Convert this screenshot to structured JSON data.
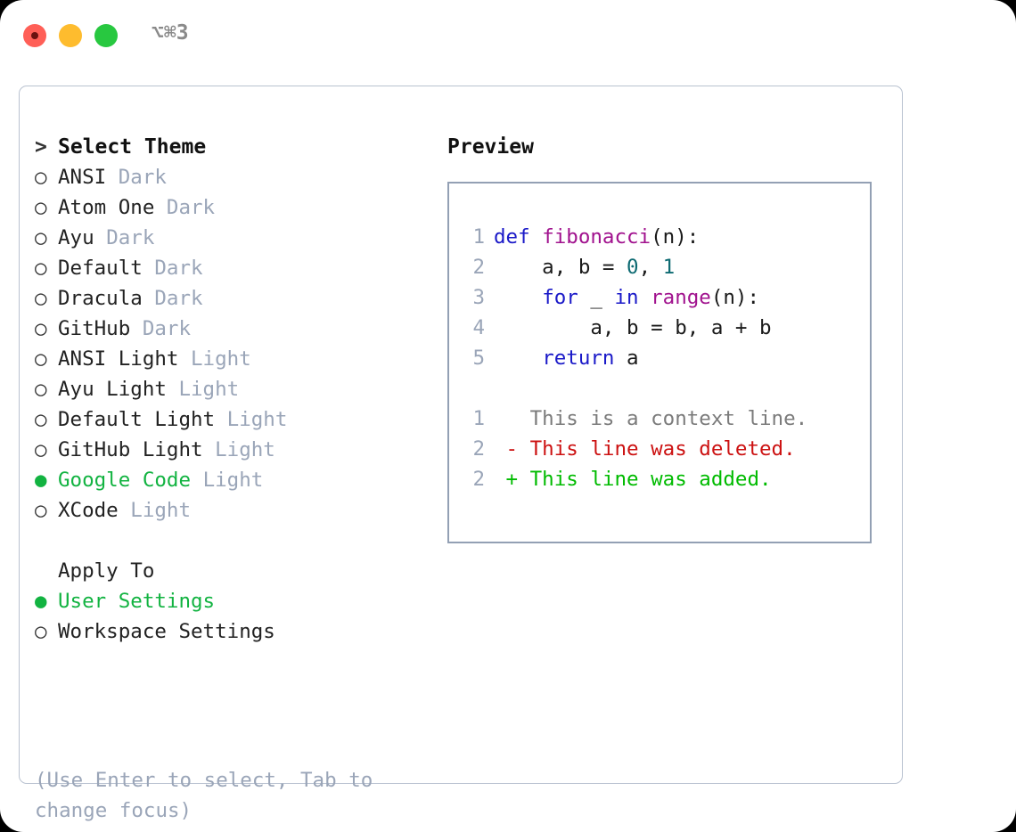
{
  "window": {
    "shortcut_label": "⌥⌘3",
    "traffic_lights": [
      "close-red",
      "minimize-yellow",
      "maximize-green"
    ]
  },
  "colors": {
    "selected_green": "#12b341",
    "muted": "#9aa5b8",
    "border": "#b9c2d0",
    "preview_border": "#93a0b4",
    "keyword_blue": "#1a19c8",
    "function_magenta": "#a1128e",
    "number_teal": "#0d6a72",
    "diff_delete_red": "#cc1111",
    "diff_add_green": "#00bb00",
    "diff_context_gray": "#7b7b7b"
  },
  "theme_picker": {
    "header_marker": ">",
    "header_label": "Select Theme",
    "selected_marker": "●",
    "unselected_marker": "○",
    "items": [
      {
        "marker": "○",
        "name": "ANSI",
        "kind": "Dark",
        "selected": false
      },
      {
        "marker": "○",
        "name": "Atom One",
        "kind": "Dark",
        "selected": false
      },
      {
        "marker": "○",
        "name": "Ayu",
        "kind": "Dark",
        "selected": false
      },
      {
        "marker": "○",
        "name": "Default",
        "kind": "Dark",
        "selected": false
      },
      {
        "marker": "○",
        "name": "Dracula",
        "kind": "Dark",
        "selected": false
      },
      {
        "marker": "○",
        "name": "GitHub",
        "kind": "Dark",
        "selected": false
      },
      {
        "marker": "○",
        "name": "ANSI Light",
        "kind": "Light",
        "selected": false
      },
      {
        "marker": "○",
        "name": "Ayu Light",
        "kind": "Light",
        "selected": false
      },
      {
        "marker": "○",
        "name": "Default Light",
        "kind": "Light",
        "selected": false
      },
      {
        "marker": "○",
        "name": "GitHub Light",
        "kind": "Light",
        "selected": false
      },
      {
        "marker": "●",
        "name": "Google Code",
        "kind": "Light",
        "selected": true
      },
      {
        "marker": "○",
        "name": "XCode",
        "kind": "Light",
        "selected": false
      }
    ]
  },
  "apply_to": {
    "label": "Apply To",
    "options": [
      {
        "marker": "●",
        "name": "User Settings",
        "selected": true
      },
      {
        "marker": "○",
        "name": "Workspace Settings",
        "selected": false
      }
    ]
  },
  "hint": "(Use Enter to select, Tab to change focus)",
  "preview": {
    "title": "Preview",
    "code_lines": [
      {
        "number": "1",
        "tokens": [
          {
            "text": "def ",
            "cls": "kw"
          },
          {
            "text": "fibonacci",
            "cls": "fn"
          },
          {
            "text": "(n):",
            "cls": "pl"
          }
        ]
      },
      {
        "number": "2",
        "tokens": [
          {
            "text": "    a, b = ",
            "cls": "pl"
          },
          {
            "text": "0",
            "cls": "num"
          },
          {
            "text": ", ",
            "cls": "pl"
          },
          {
            "text": "1",
            "cls": "num"
          }
        ]
      },
      {
        "number": "3",
        "tokens": [
          {
            "text": "    ",
            "cls": "pl"
          },
          {
            "text": "for",
            "cls": "kw"
          },
          {
            "text": " _ ",
            "cls": "pl"
          },
          {
            "text": "in",
            "cls": "kw"
          },
          {
            "text": " ",
            "cls": "pl"
          },
          {
            "text": "range",
            "cls": "fn"
          },
          {
            "text": "(n):",
            "cls": "pl"
          }
        ]
      },
      {
        "number": "4",
        "tokens": [
          {
            "text": "        a, b = b, a + b",
            "cls": "pl"
          }
        ]
      },
      {
        "number": "5",
        "tokens": [
          {
            "text": "    ",
            "cls": "pl"
          },
          {
            "text": "return",
            "cls": "kw"
          },
          {
            "text": " a",
            "cls": "pl"
          }
        ]
      }
    ],
    "diff_lines": [
      {
        "number": "1",
        "sign": " ",
        "text": " This is a context line.",
        "cls": "ctx"
      },
      {
        "number": "2",
        "sign": "-",
        "text": " This line was deleted.",
        "cls": "del"
      },
      {
        "number": "2",
        "sign": "+",
        "text": " This line was added.",
        "cls": "add"
      }
    ]
  }
}
